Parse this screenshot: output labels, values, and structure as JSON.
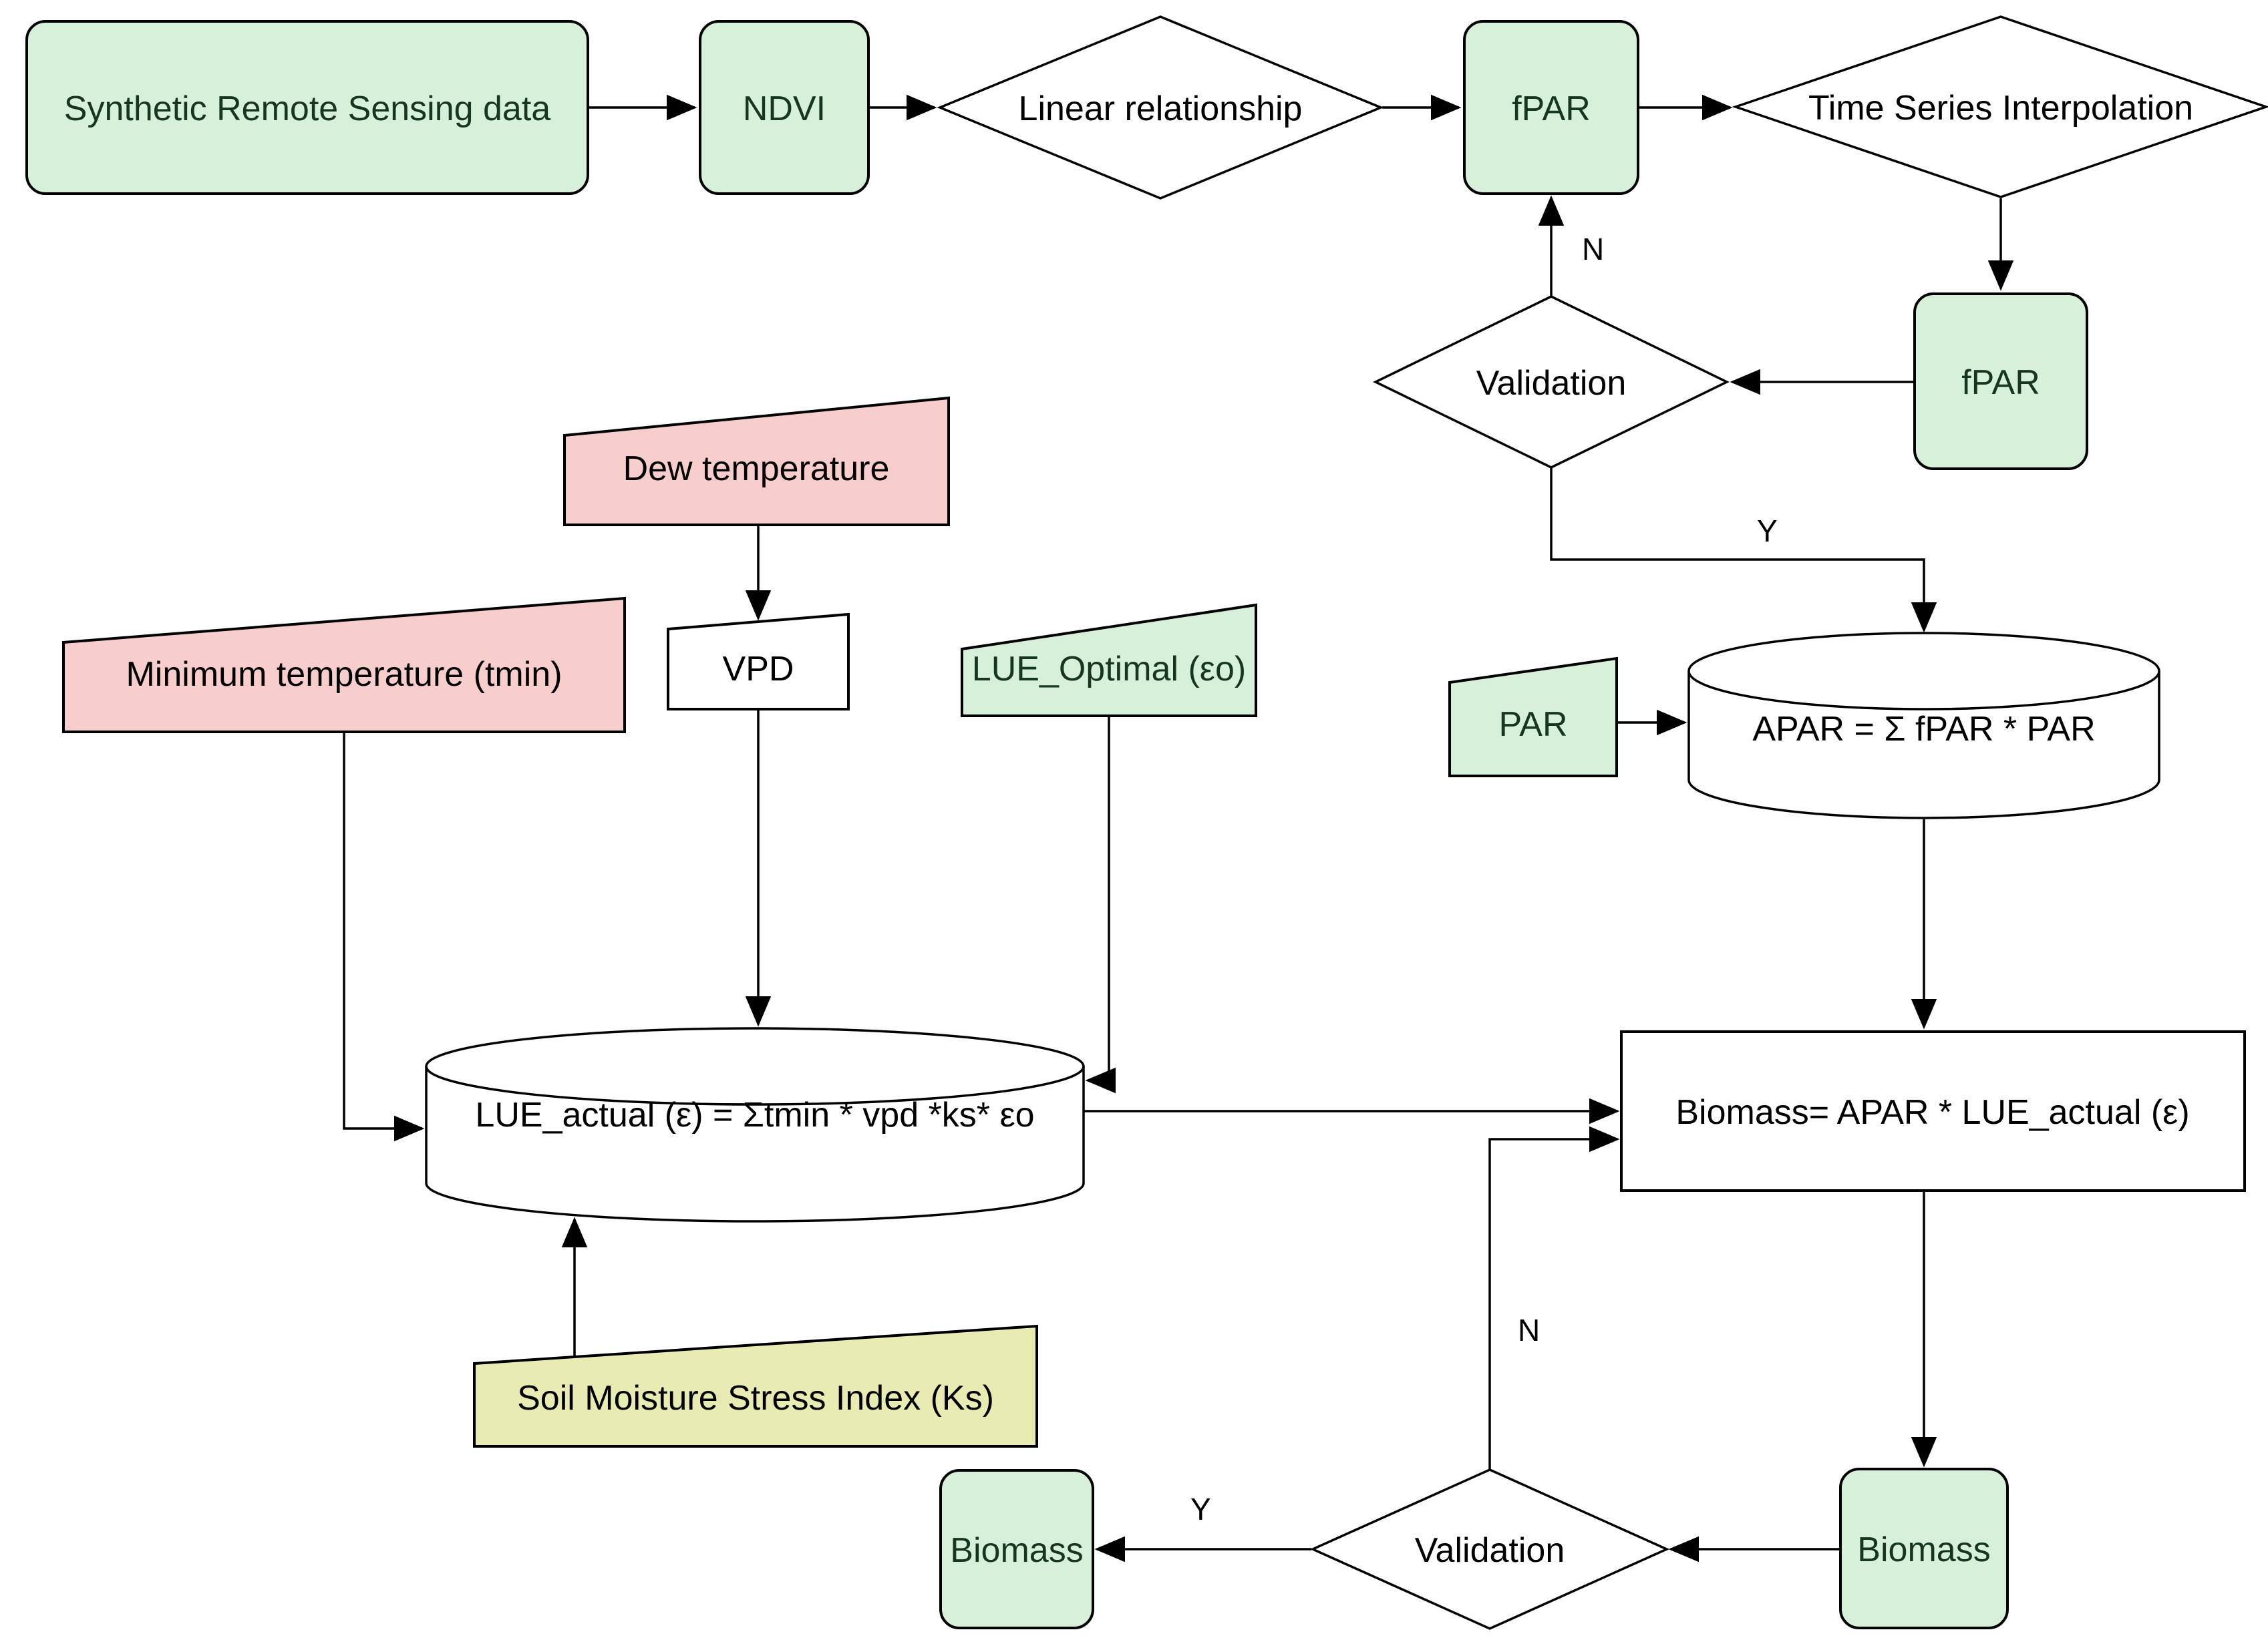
{
  "diagram": {
    "type": "flowchart",
    "colors": {
      "node_green": "#d7f0d9",
      "node_pink": "#f8cecc",
      "node_yellow": "#e9ecb2",
      "node_white": "#ffffff",
      "line": "#000000"
    },
    "nodes": {
      "srs": {
        "label": "Synthetic Remote Sensing data",
        "type": "process"
      },
      "ndvi": {
        "label": "NDVI",
        "type": "process"
      },
      "linear": {
        "label": "Linear relationship",
        "type": "decision"
      },
      "fpar1": {
        "label": "fPAR",
        "type": "process"
      },
      "tsi": {
        "label": "Time Series Interpolation",
        "type": "decision"
      },
      "fpar2": {
        "label": "fPAR",
        "type": "process"
      },
      "validation1": {
        "label": "Validation",
        "type": "decision"
      },
      "dew": {
        "label": "Dew temperature",
        "type": "manual-input"
      },
      "min_temp": {
        "label": "Minimum temperature (tmin)",
        "type": "manual-input"
      },
      "vpd": {
        "label": "VPD",
        "type": "manual-input"
      },
      "lue_optimal": {
        "label": "LUE_Optimal (εo)",
        "type": "manual-input"
      },
      "par": {
        "label": "PAR",
        "type": "manual-input"
      },
      "apar": {
        "label": "APAR = Σ  fPAR * PAR",
        "type": "database"
      },
      "lue_actual": {
        "label": "LUE_actual (ε) = Σtmin * vpd *ks*  εo",
        "type": "database"
      },
      "biomass_eq": {
        "label": "Biomass= APAR * LUE_actual (ε)",
        "type": "process"
      },
      "soil_moisture": {
        "label": "Soil Moisture Stress Index (Ks)",
        "type": "manual-input"
      },
      "validation2": {
        "label": "Validation",
        "type": "decision"
      },
      "biomass_left": {
        "label": "Biomass",
        "type": "process"
      },
      "biomass_right": {
        "label": "Biomass",
        "type": "process"
      }
    },
    "edge_labels": {
      "validation1_no": "N",
      "validation1_yes": "Y",
      "validation2_no": "N",
      "validation2_yes": "Y"
    }
  }
}
